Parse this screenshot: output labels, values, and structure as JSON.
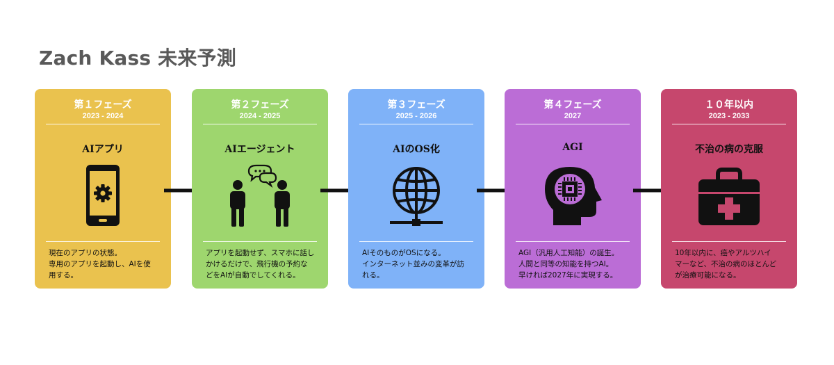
{
  "title": "Zach Kass 未来予測",
  "phases": [
    {
      "phase": "第１フェーズ",
      "period": "2023 - 2024",
      "heading": "AIアプリ",
      "icon": "smartphone-gear-icon",
      "color": "#EAC24E",
      "description": "現在のアプリの状態。\n専用のアプリを起動し、AIを使\n用する。"
    },
    {
      "phase": "第２フェーズ",
      "period": "2024 - 2025",
      "heading": "AIエージェント",
      "icon": "people-talking-icon",
      "color": "#9ED66E",
      "description": "アプリを起動せず、スマホに話し\nかけるだけで、飛行機の予約な\nどをAIが自動でしてくれる。"
    },
    {
      "phase": "第３フェーズ",
      "period": "2025 - 2026",
      "heading": "AIのOS化",
      "icon": "globe-network-icon",
      "color": "#7FB2F8",
      "description": "AIそのものがOSになる。\nインターネット並みの変革が訪\nれる。"
    },
    {
      "phase": "第４フェーズ",
      "period": "2027",
      "heading": "AGI",
      "icon": "head-chip-icon",
      "color": "#BB6DD6",
      "description": "AGI（汎用人工知能）の誕生。\n人間と同等の知能を持つAI。\n早ければ2027年に実現する。"
    },
    {
      "phase": "１０年以内",
      "period": "2023 - 2033",
      "heading": "不治の病の克服",
      "icon": "first-aid-kit-icon",
      "color": "#C6476D",
      "description": "10年以内に、癌やアルツハイ\nマーなど、不治の病のほとんど\nが治療可能になる。"
    }
  ]
}
